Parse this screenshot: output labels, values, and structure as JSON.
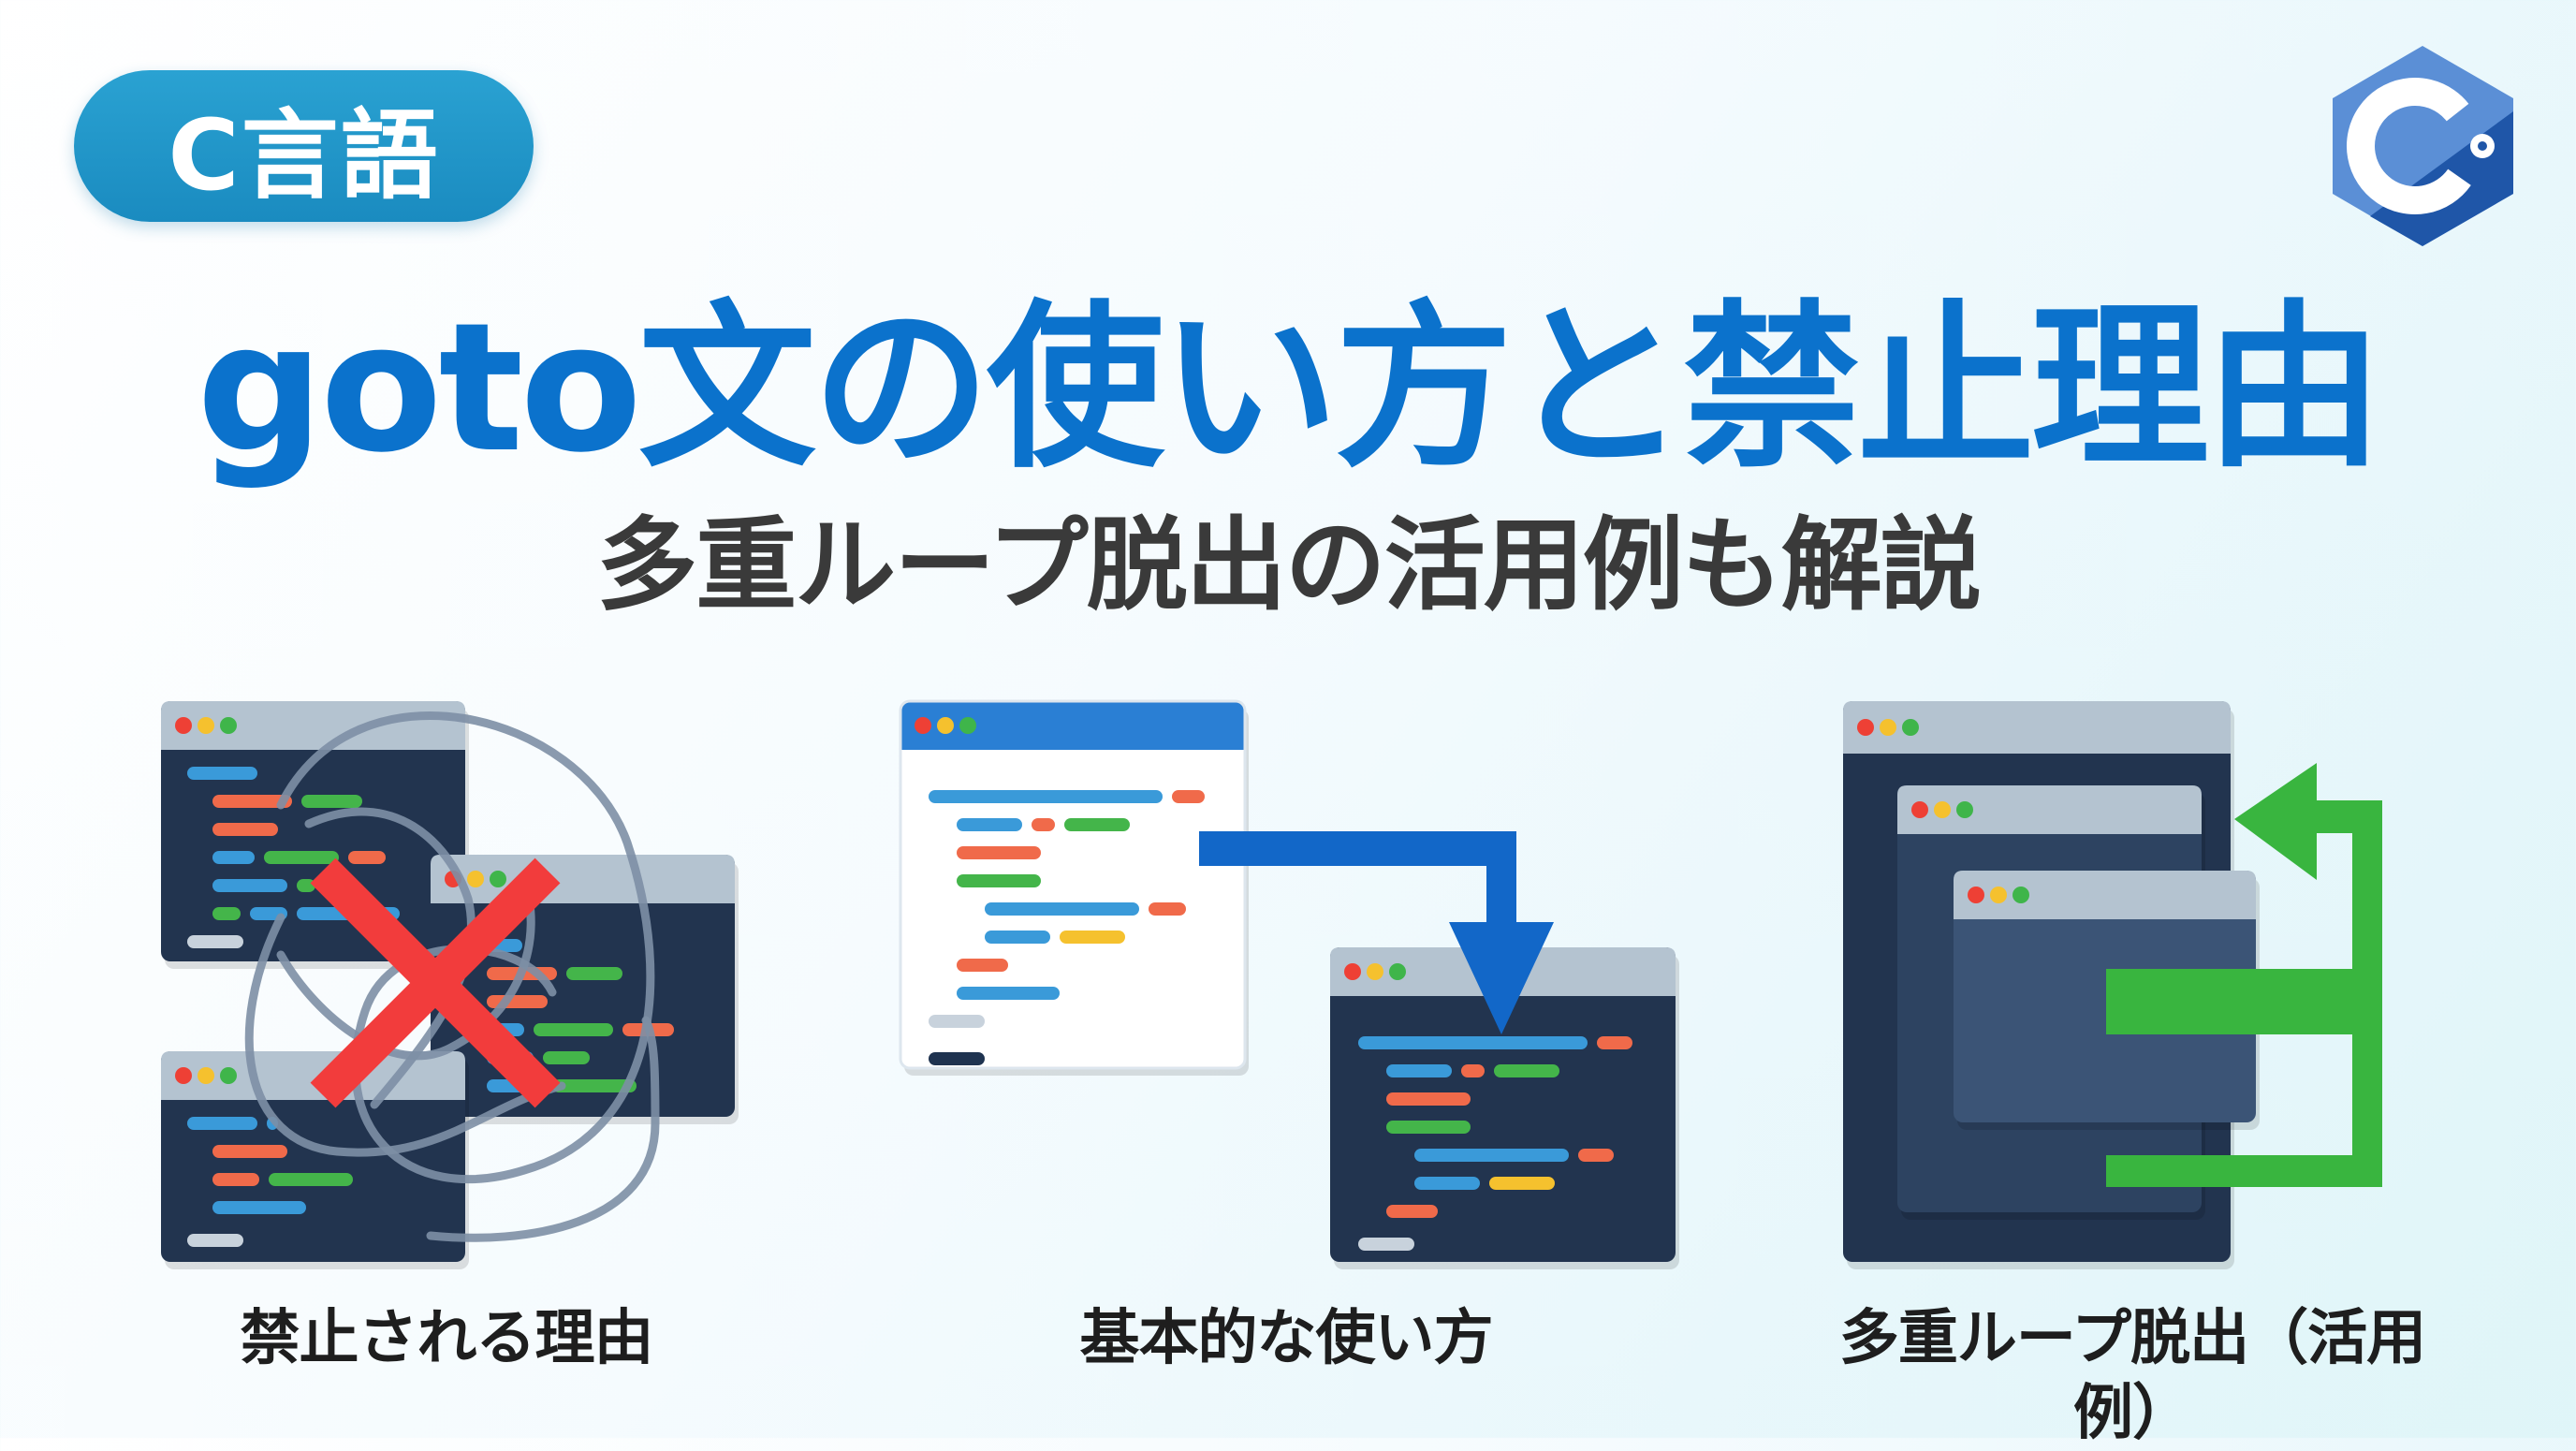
{
  "badge": {
    "label": "C言語"
  },
  "logo": {
    "icon": "c-language-logo",
    "letter": "C"
  },
  "title": "goto文の使い方と禁止理由",
  "subtitle": "多重ループ脱出の活用例も解説",
  "panels": [
    {
      "caption": "禁止される理由",
      "icon": "tangled-windows-with-x-icon"
    },
    {
      "caption": "基本的な使い方",
      "icon": "jump-arrow-windows-icon"
    },
    {
      "caption": "多重ループ脱出（活用例）",
      "icon": "nested-loop-exit-icon"
    }
  ],
  "colors": {
    "title": "#0b72cc",
    "badge": "#1f95c8",
    "window_dark": "#22344f",
    "titlebar": "#b4c3d0",
    "code_blue": "#3a9ad9",
    "code_orange": "#f06a4a",
    "code_green": "#44b54a",
    "code_yellow": "#f5c12e",
    "x_mark": "#f23c3c",
    "arrow_blue": "#1267c8",
    "arrow_green": "#39b53f"
  }
}
